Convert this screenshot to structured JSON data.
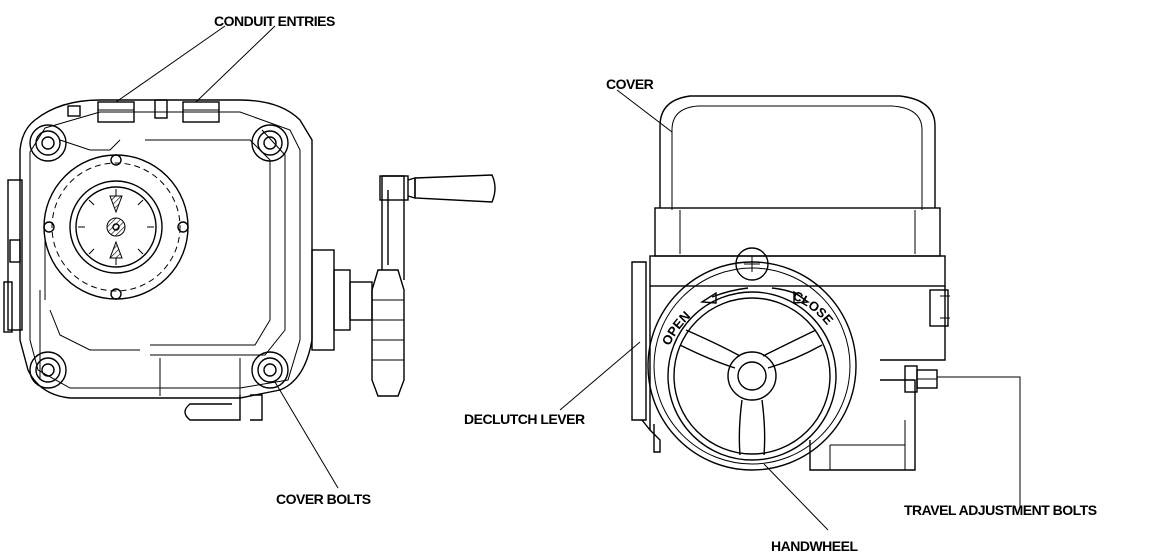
{
  "labels": {
    "conduit_entries": "CONDUIT ENTRIES",
    "cover": "COVER",
    "declutch_lever": "DECLUTCH LEVER",
    "cover_bolts": "COVER BOLTS",
    "travel_adjustment_bolts": "TRAVEL ADJUSTMENT BOLTS",
    "handwheel": "HANDWHEEL"
  },
  "dial": {
    "open": "OPEN",
    "close": "CLOSE"
  }
}
